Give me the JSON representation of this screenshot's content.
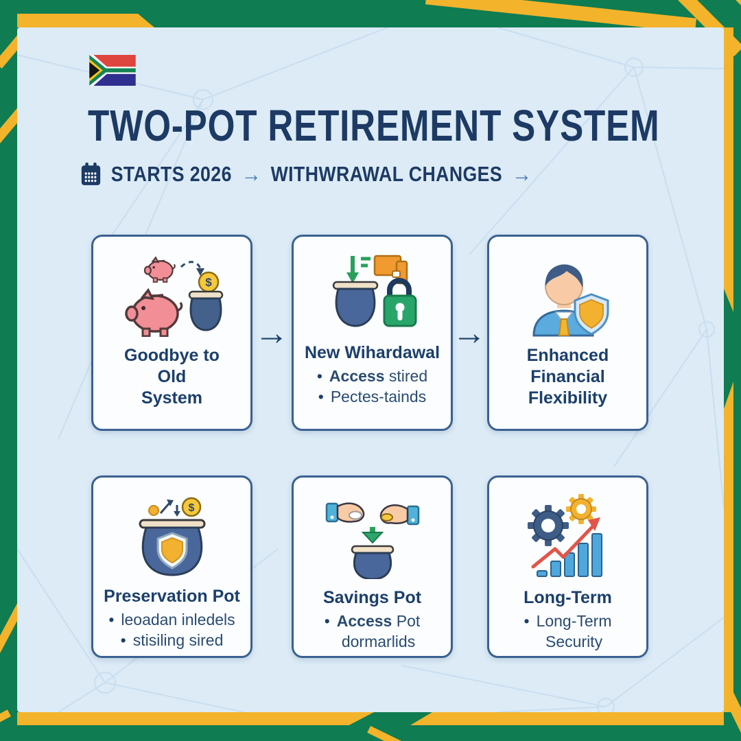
{
  "palette": {
    "frame_green": "#0F7C52",
    "stripe_yellow": "#F3B32B",
    "background_blue": "#DCEBF6",
    "card_background": "#FBFDFF",
    "card_border": "#3A6190",
    "heading_navy": "#1C3A64",
    "arrow_steel_blue": "#4C7FB5",
    "pot_blue": "#49679B",
    "piggy_pink": "#F28E96",
    "coin_gold": "#F6C83C",
    "accent_green": "#28A66A",
    "accent_orange": "#F09A30",
    "growth_red": "#E25549"
  },
  "header": {
    "title": "TWO-POT RETIREMENT SYSTEM",
    "start_label": "STARTS 2026",
    "changes_label": "WITHWRAWAL CHANGES",
    "arrow_char": "→",
    "flag": "south-africa-flag",
    "calendar": "calendar-icon"
  },
  "cards": [
    {
      "title": "Goodbye to\nOld\nSystem",
      "icon": "piggy-bank-to-pot-icon",
      "bullets": []
    },
    {
      "title": "New Wihardawal",
      "icon": "pot-lock-icon",
      "bullets": [
        {
          "lead": "Access",
          "rest": " stired"
        },
        {
          "lead": "",
          "rest": "Pectes-tainds"
        }
      ]
    },
    {
      "title": "Enhanced\nFinancial\nFlexibility",
      "icon": "person-shield-icon",
      "bullets": []
    },
    {
      "title": "Preservation Pot",
      "icon": "pot-shield-icon",
      "bullets": [
        {
          "lead": "",
          "rest": "leoadan inledels"
        },
        {
          "lead": "",
          "rest": "stisiling sired"
        }
      ]
    },
    {
      "title": "Savings Pot",
      "icon": "hands-coins-pot-icon",
      "bullets": [
        {
          "lead": "Access",
          "rest": " Pot\ndormarlids"
        }
      ]
    },
    {
      "title": "Long-Term",
      "icon": "gears-growth-chart-icon",
      "bullets": [
        {
          "lead": "",
          "rest": "Long-Term\nSecurity"
        }
      ]
    }
  ]
}
